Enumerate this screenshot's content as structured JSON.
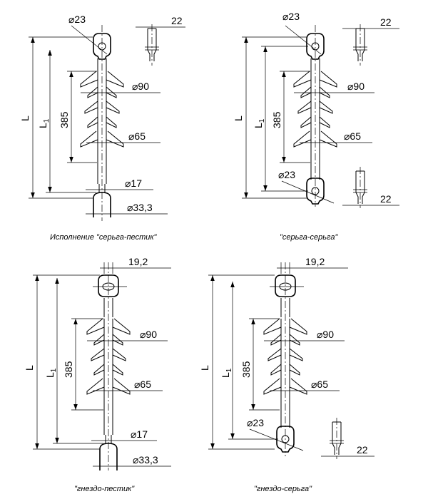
{
  "dims": {
    "d23": "⌀23",
    "d22": "22",
    "d90": "⌀90",
    "d65": "⌀65",
    "d17": "⌀17",
    "d33": "⌀33,3",
    "d19": "19,2",
    "h385": "385",
    "L": "L",
    "L1": "L",
    "L1sub": "1"
  },
  "captions": {
    "c1": "Исполнение \"серьга-пестик\"",
    "c2": "\"серьга-серьга\"",
    "c3": "\"гнездо-пестик\"",
    "c4": "\"гнездо-серьга\""
  }
}
